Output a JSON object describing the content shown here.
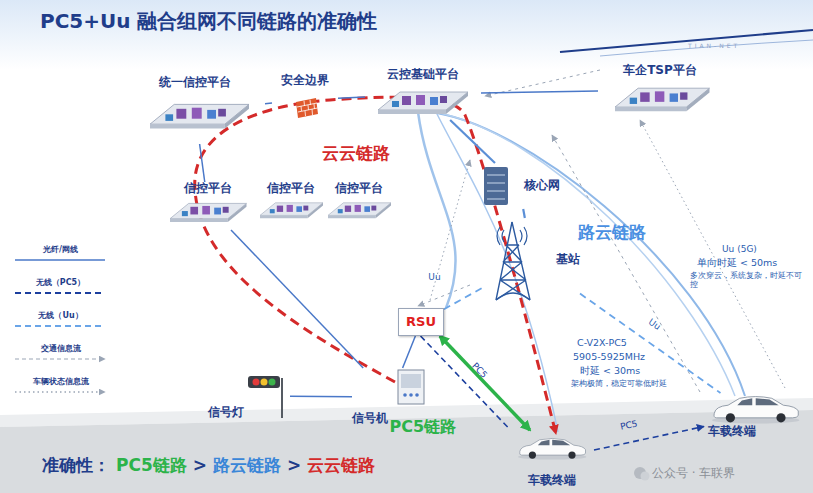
{
  "diagram": {
    "title": "PC5+Uu 融合组网不同链路的准确性",
    "nodes": [
      {
        "text": [
          "统一信控平台"
        ]
      },
      {
        "text": [
          "安全边界"
        ]
      },
      {
        "text": [
          "云控基础平台"
        ]
      },
      {
        "text": [
          "车企TSP平台"
        ]
      },
      {
        "text": [
          "信控平台"
        ]
      },
      {
        "text": [
          "信控平台"
        ]
      },
      {
        "text": [
          "信控平台"
        ]
      },
      {
        "text": [
          "核心网"
        ]
      },
      {
        "text": [
          "基站"
        ]
      },
      {
        "text": [
          "RSU"
        ]
      },
      {
        "text": [
          "信号机"
        ]
      },
      {
        "text": [
          "信号灯"
        ]
      },
      {
        "text": [
          "车载终端"
        ]
      },
      {
        "text": [
          "车载终端"
        ]
      }
    ],
    "edges": [
      {
        "from": 0,
        "to": 4,
        "arrow": "none"
      },
      {
        "from": 0,
        "to": 1,
        "arrow": "none"
      },
      {
        "from": 1,
        "to": 2,
        "arrow": "none"
      },
      {
        "from": 2,
        "to": 3,
        "arrow": "none"
      },
      {
        "from": 2,
        "to": 7,
        "arrow": "none"
      },
      {
        "from": 7,
        "to": 8,
        "arrow": "none"
      },
      {
        "from": 4,
        "to": 10,
        "arrow": "none"
      },
      {
        "from": 10,
        "to": 9,
        "arrow": "none"
      },
      {
        "from": 10,
        "to": 11,
        "arrow": "none"
      },
      {
        "from": 9,
        "to": 8,
        "label": "Uu",
        "arrow": "none"
      },
      {
        "from": 9,
        "to": 12,
        "label": "PC5",
        "arrow": "none"
      },
      {
        "from": 9,
        "to": 12,
        "label": "PC5链路",
        "arrow": "both"
      },
      {
        "from": 8,
        "to": 13,
        "label": "Uu",
        "arrow": "none"
      },
      {
        "from": 12,
        "to": 13,
        "label": "PC5",
        "arrow": "to"
      }
    ],
    "labels": [
      "TIAN-NET",
      "云云链路",
      "路云链路",
      "Uu (5G)",
      "单向时延 < 50ms",
      "多次穿云，系统复杂，时延不可控",
      "C-V2X-PC5",
      "5905-5925MHz",
      "时延 < 30ms",
      "架构极简，稳定可靠低时延",
      "准确性：",
      "PC5链路",
      ">",
      "路云链路",
      ">",
      "云云链路",
      "公众号 · 车联界"
    ],
    "legend": [
      {
        "text": "光纤/网线"
      },
      {
        "text": "无线（PC5）"
      },
      {
        "text": "无线（Uu）"
      },
      {
        "text": "交通信息流"
      },
      {
        "text": "车辆状态信息流"
      }
    ]
  }
}
